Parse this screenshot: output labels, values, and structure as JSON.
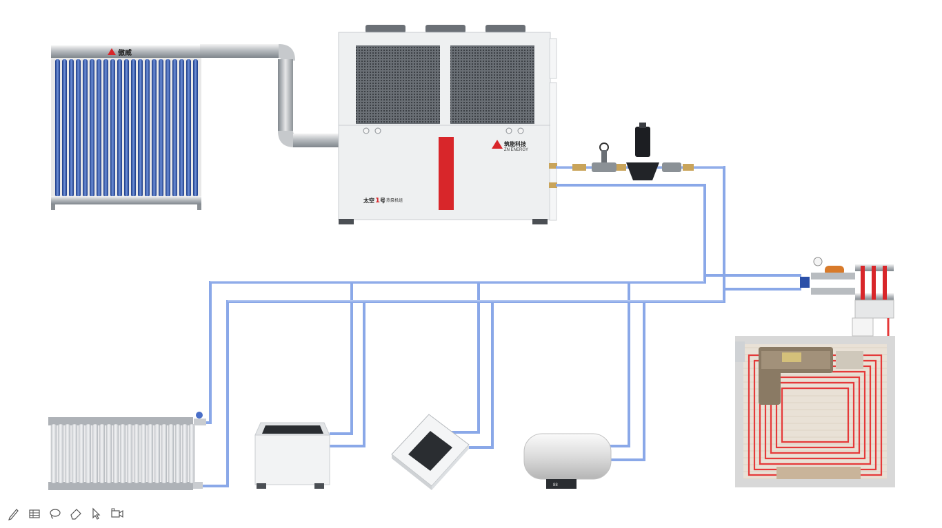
{
  "solar_collector": {
    "brand": "傲威"
  },
  "heat_pump": {
    "brand_cn": "筑能科技",
    "brand_en": "ZN ENERGY",
    "model_prefix": "太空",
    "model_num": "1",
    "model_suffix": "号",
    "model_sub": "热泵机组"
  },
  "toolbar": {
    "tools": [
      {
        "name": "pen-tool",
        "icon": "pen-icon"
      },
      {
        "name": "highlighter-tool",
        "icon": "grid-icon"
      },
      {
        "name": "lasso-tool",
        "icon": "lasso-icon"
      },
      {
        "name": "eraser-tool",
        "icon": "eraser-icon"
      },
      {
        "name": "pointer-tool",
        "icon": "cursor-icon"
      },
      {
        "name": "camera-tool",
        "icon": "video-camera-icon"
      }
    ]
  },
  "colors": {
    "pipe_blue": "#8aa8e8",
    "pipe_red": "#e53939",
    "accent_red": "#d8262a",
    "unit_body": "#eef0f1"
  }
}
